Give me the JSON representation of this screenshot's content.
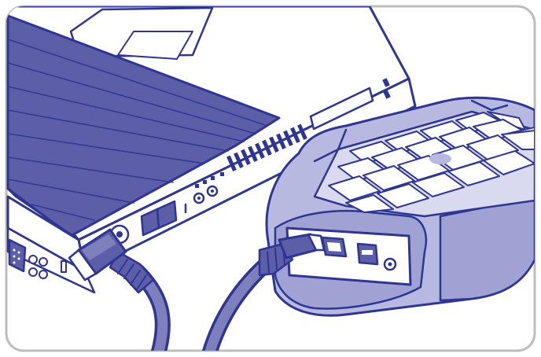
{
  "illustration": {
    "subject": "laptop-connected-to-rugged-external-drive",
    "palette": {
      "ink": "#2f3592",
      "fill_dark": "#5c5ea8",
      "fill_mid": "#7d80bd",
      "fill_light": "#b7b9e0",
      "fill_pale": "#d9daf0",
      "screen_stripes": "#6f72b4",
      "frame": "#bdbdbd",
      "background": "#ffffff"
    },
    "icons": [
      "laptop-illustration",
      "external-drive-illustration",
      "usb-cable-illustration",
      "firewire-cable-illustration"
    ]
  }
}
